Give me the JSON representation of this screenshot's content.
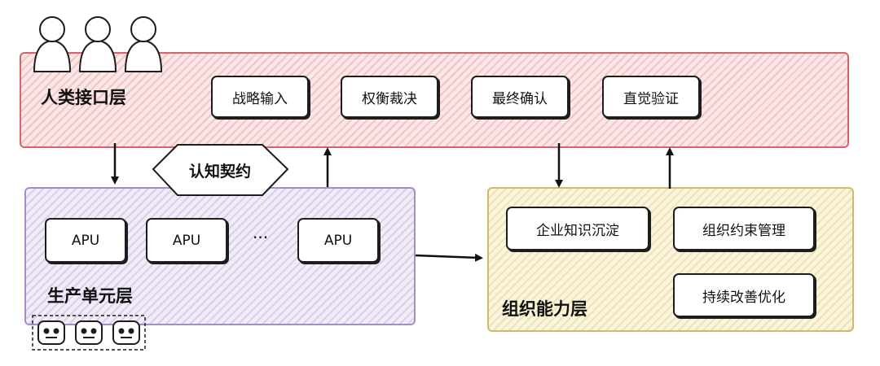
{
  "human_layer": {
    "label": "人类接口层",
    "items": [
      "战略输入",
      "权衡裁决",
      "最终确认",
      "直觉验证"
    ]
  },
  "contract": {
    "label": "认知契约"
  },
  "production_layer": {
    "label": "生产单元层",
    "units": [
      "APU",
      "APU",
      "APU"
    ],
    "ellipsis": "···"
  },
  "org_layer": {
    "label": "组织能力层",
    "items": [
      "企业知识沉淀",
      "组织约束管理",
      "持续改善优化"
    ]
  },
  "colors": {
    "human_layer": "#d6646a",
    "production_layer": "#a88cc8",
    "org_layer": "#d2b86a"
  },
  "icons": {
    "people": "person-silhouette-icon",
    "robots": "robot-face-icon"
  }
}
